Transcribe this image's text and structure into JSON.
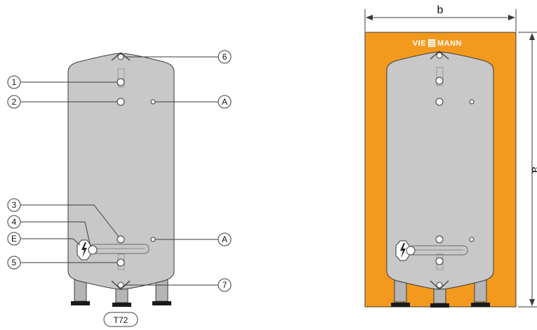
{
  "callouts": {
    "c1": "1",
    "c2": "2",
    "c3": "3",
    "c4": "4",
    "c5": "5",
    "c6": "6",
    "c7": "7",
    "ca1": "A",
    "ca2": "A",
    "ce": "E"
  },
  "model_label": "T72",
  "dimensions": {
    "width": "b",
    "height": "a"
  },
  "brand": {
    "left": "VIE",
    "right": "MANN"
  },
  "colors": {
    "tank": "#c8c8c8",
    "jacket": "#f39a1e",
    "stroke": "#3a3a3a",
    "feet": "#1a1a1a",
    "leg": "#b5b5b5"
  }
}
